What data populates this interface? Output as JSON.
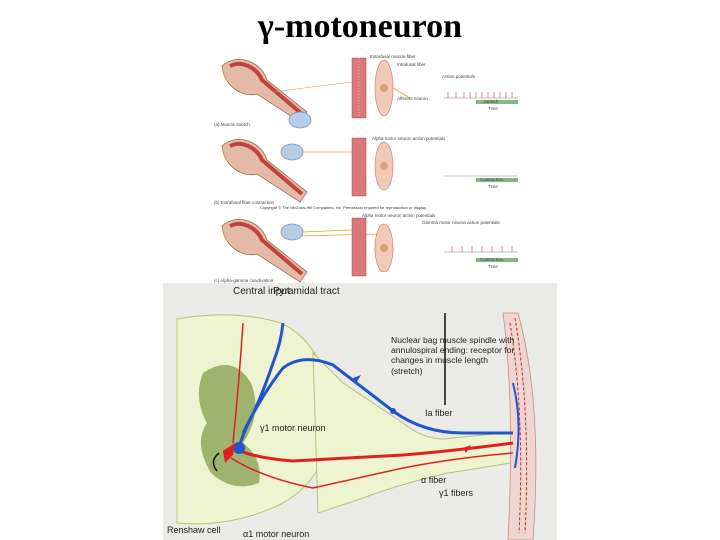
{
  "title": "γ-motoneuron",
  "top_figure": {
    "rows": [
      {
        "caption": "(a) Muscle stretch",
        "labels": [
          "Extrafusal muscle fiber",
          "Intrafusal fiber",
          "Afferent neuron",
          "Action potentials",
          "Stretch",
          "Time"
        ]
      },
      {
        "caption": "(b) Extrafusal fiber contraction",
        "labels": [
          "Alpha motor neuron action potentials",
          "Contraction",
          "Time"
        ]
      },
      {
        "caption": "(c) Alpha-gamma coactivation",
        "labels": [
          "Alpha motor neuron action potentials",
          "Gamma motor neuron action potentials",
          "Contraction",
          "Time"
        ]
      }
    ],
    "copyright": "Copyright © The McGraw-Hill Companies, Inc. Permission required for reproduction or display."
  },
  "bottom_figure": {
    "central_input": "Central input",
    "pyramidal_tract": "Pyramidal tract",
    "spindle_label": "Nuclear bag muscle spindle with annulospiral ending: receptor for changes in muscle length (stretch)",
    "gamma_motor_neuron": "γ1 motor neuron",
    "ia_fiber": "Ia fiber",
    "alpha_fiber": "α fiber",
    "gamma_fibers": "γ1 fibers",
    "renshaw_cell": "Renshaw cell",
    "alpha_motor_neuron": "α1 motor neuron"
  },
  "colors": {
    "sensory": "#2255cc",
    "motor": "#e02020",
    "cord_grey": "#8fa75a",
    "cord_white": "#eef4cf",
    "background_panel": "#eaeae6"
  }
}
